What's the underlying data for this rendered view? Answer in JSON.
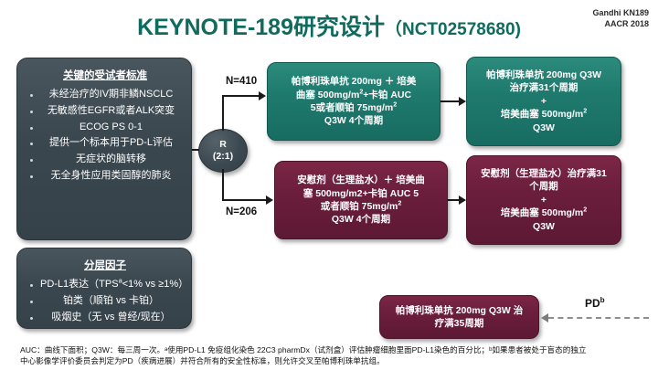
{
  "header": {
    "title_main": "KEYNOTE-189研究设计",
    "title_nct": "（NCT02578680)",
    "attribution_line1": "Gandhi KN189",
    "attribution_line2": "AACR 2018"
  },
  "criteria": {
    "heading": "关键的受试者标准",
    "items": [
      "未经治疗的IV期非鳞NSCLC",
      "无敏感性EGFR或者ALK突变",
      "ECOG PS 0-1",
      "提供一个标本用于PD-L评估",
      "无症状的脑转移",
      "无全身性应用类固醇的肺炎"
    ]
  },
  "strata": {
    "heading": "分层因子",
    "items": [
      "PD-L1表达（TPSa<1% vs ≥1%）",
      "铂类（顺铂 vs 卡铂）",
      "吸烟史（无 vs 曾经/现在）"
    ],
    "item0_pre": "PD-L1表达（TPS",
    "item0_sup": "a",
    "item0_post": "<1% vs ≥1%）"
  },
  "randomization": {
    "label": "R",
    "ratio": "(2:1)"
  },
  "arms": {
    "n_pembro": "N=410",
    "n_placebo": "N=206",
    "induction_pembro": [
      "帕博利珠单抗 200mg ＋ 培美",
      "曲塞 500mg/m2+卡铂 AUC",
      "5或者顺铂 75mg/m2",
      "Q3W 4个周期"
    ],
    "maintenance_pembro": [
      "帕博利珠单抗 200mg Q3W",
      "治疗满31个周期",
      "+",
      "培美曲塞 500mg/m2",
      "Q3W"
    ],
    "induction_placebo": [
      "安慰剂（生理盐水）＋ 培美曲",
      "塞 500mg/m2+卡铂 AUC 5",
      "或者顺铂 75mg/m2",
      "Q3W 4个周期"
    ],
    "maintenance_placebo": [
      "安慰剂（生理盐水）治疗满31",
      "个周期",
      "+",
      "培美曲塞 500mg/m2",
      "Q3W"
    ],
    "crossover": [
      "帕博利珠单抗 200mg Q3W 治",
      "疗满35周期"
    ],
    "pd_label": "PD",
    "pd_sup": "b"
  },
  "footnote": {
    "line1": "AUC：曲线下面积；Q3W：每三周一次。ᵃ使用PD-L1 免疫组化染色 22C3 pharmDx（试剂盒）评估肿瘤细胞里面PD-L1染色的百分比；ᵇ如果患者被处于盲态的独立",
    "line2": "中心影像学评价委员会判定为PD（疾病进展）并符合所有的安全性标准，则允许交叉至帕博利珠单抗组。"
  },
  "colors": {
    "title": "#0E6B5E",
    "slate": "#3D4A52",
    "teal": "#1F7A6E",
    "plum": "#6B1E3C",
    "background": "#FFFFFF"
  }
}
